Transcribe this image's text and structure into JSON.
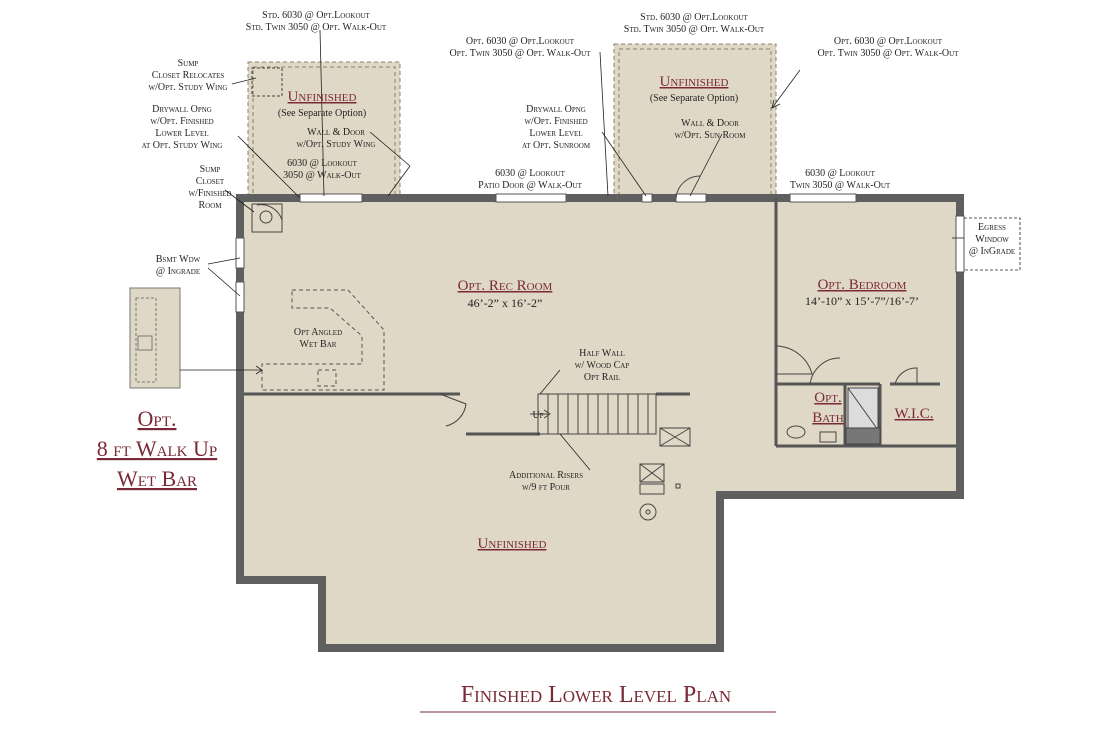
{
  "colors": {
    "floor": "#e0d8c6",
    "wall": "#5f5f5f",
    "accent": "#7a2a36",
    "line": "#333333"
  },
  "title": "Finished Lower Level Plan",
  "option_label": {
    "line1": "Opt.",
    "line2": "8 ft Walk Up",
    "line3": "Wet Bar"
  },
  "rooms": {
    "rec_room": {
      "name": "Opt. Rec Room",
      "dims": "46’-2” x 16’-2”"
    },
    "bedroom": {
      "name": "Opt. Bedroom",
      "dims": "14’-10” x 15’-7”/16’-7’"
    },
    "bath": {
      "line1": "Opt.",
      "line2": "Bath"
    },
    "wic": {
      "name": "W.I.C."
    },
    "unfinished_main": {
      "name": "Unfinished"
    },
    "unfinished_left": {
      "name": "Unfinished",
      "sub": "(See Separate Option)"
    },
    "unfinished_right": {
      "name": "Unfinished",
      "sub": "(See Separate Option)"
    }
  },
  "notes": {
    "std_left_1": "Std. 6030 @ Opt.Lookout",
    "std_left_2": "Std. Twin 3050 @ Opt. Walk-Out",
    "opt_mid_1": "Opt. 6030 @ Opt.Lookout",
    "opt_mid_2": "Opt. Twin 3050 @ Opt. Walk-Out",
    "std_top_1": "Std. 6030 @ Opt.Lookout",
    "std_top_2": "Std. Twin 3050 @ Opt. Walk-Out",
    "opt_right_1": "Opt. 6030 @ Opt.Lookout",
    "opt_right_2": "Opt. Twin 3050 @ Opt. Walk-Out",
    "sump_reloc": [
      "Sump",
      "Closet Relocates",
      "w/Opt. Study Wing"
    ],
    "drywall_left": [
      "Drywall Opng",
      "w/Opt. Finished",
      "Lower Level",
      "at Opt. Study Wing"
    ],
    "sump_finished": [
      "Sump",
      "Closet",
      "w/Finished",
      "Room"
    ],
    "wall_door_study": [
      "Wall & Door",
      "w/Opt. Study Wing"
    ],
    "lookout_left": [
      "6030 @ Lookout",
      "3050 @ Walk-Out"
    ],
    "drywall_mid": [
      "Drywall Opng",
      "w/Opt. Finished",
      "Lower Level",
      "at Opt. Sunroom"
    ],
    "wall_door_sun": [
      "Wall & Door",
      "w/Opt. Sun Room"
    ],
    "patio": [
      "6030 @ Lookout",
      "Patio Door @ Walk-Out"
    ],
    "lookout_right": [
      "6030 @ Lookout",
      "Twin 3050 @ Walk-Out"
    ],
    "egress": [
      "Egress",
      "Window",
      "@ InGrade"
    ],
    "bsmt_wdw": [
      "Bsmt Wdw",
      "@ Ingrade"
    ],
    "wet_bar": [
      "Opt Angled",
      "Wet Bar"
    ],
    "half_wall": [
      "Half Wall",
      "w/ Wood Cap",
      "Opt Rail"
    ],
    "up": "Up",
    "risers": [
      "Additional Risers",
      "w/9 ft Pour"
    ]
  }
}
